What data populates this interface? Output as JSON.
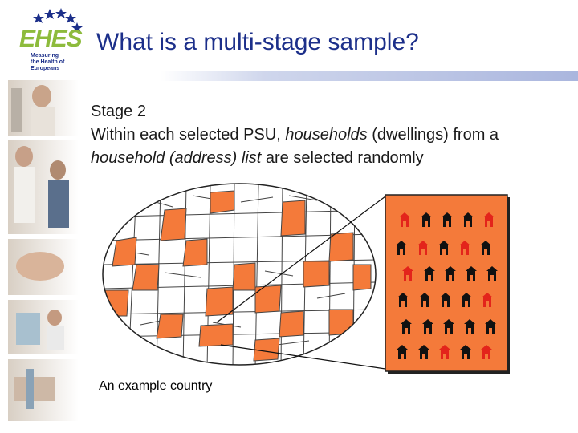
{
  "logo": {
    "brand": "EHES",
    "subtitle_lines": [
      "Measuring",
      "the Health of",
      "Europeans"
    ]
  },
  "slide": {
    "title": "What is a multi-stage sample?",
    "body": {
      "stage": "Stage 2",
      "line_part1": "Within each selected PSU, ",
      "line_em1": "households",
      "line_part2": " (dwellings) from a ",
      "line_em2": "household (address) list",
      "line_part3": " are selected randomly"
    },
    "caption": "An example country"
  },
  "colors": {
    "title": "#1c2f8a",
    "psu_fill": "#f47a3a",
    "house_selected": "#e3241b",
    "house_default": "#111111",
    "panel_fill": "#f47a3a"
  },
  "houses": {
    "rows": [
      [
        1,
        0,
        0,
        0,
        1
      ],
      [
        0,
        1,
        0,
        1,
        0
      ],
      [
        1,
        0,
        0,
        0,
        0
      ],
      [
        0,
        0,
        0,
        0,
        1
      ],
      [
        0,
        0,
        0,
        0,
        0
      ],
      [
        0,
        0,
        1,
        0,
        1
      ]
    ]
  }
}
